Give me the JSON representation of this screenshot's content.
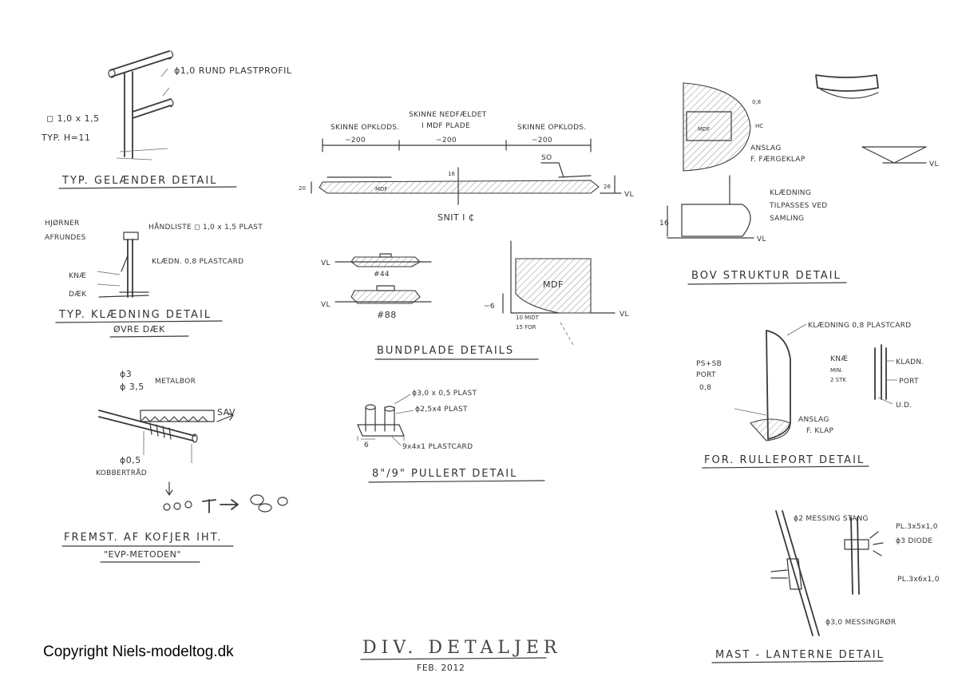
{
  "gelaender": {
    "title": "TYP. GELÆNDER DETAIL",
    "profile": "ϕ1,0 RUND PLASTPROFIL",
    "section": "◻ 1,0 x 1,5",
    "height": "TYP. H=11"
  },
  "klaedning": {
    "title": "TYP. KLÆDNING DETAIL",
    "subtitle": "ØVRE DÆK",
    "corners_1": "HJØRNER",
    "corners_2": "AFRUNDES",
    "handrail": "HÅNDLISTE ◻ 1,0 x 1,5 PLAST",
    "cladding": "KLÆDN. 0,8 PLASTCARD",
    "knee": "KNÆ",
    "deck": "DÆK"
  },
  "kofjer": {
    "title": "FREMST. AF KOFJER IHT.",
    "subtitle": "\"EVP-METODEN\"",
    "d3": "ϕ3",
    "d35": "ϕ 3,5",
    "metalbor": "METALBOR",
    "sav": "SAV",
    "d05": "ϕ0,5",
    "kobber": "KOBBERTRÅD"
  },
  "bundplade_section": {
    "top_label_1": "SKINNE NEDFÆLDET",
    "top_label_2": "I MDF PLADE",
    "left_label": "SKINNE OPKLODS.",
    "right_label": "SKINNE OPKLODS.",
    "dim_left": "~200",
    "dim_mid": "~200",
    "dim_right": "~200",
    "mdf": "MDF",
    "h_left": "20",
    "h_mid": "16",
    "h_right": "26",
    "so": "SO",
    "vl": "VL",
    "snit": "SNIT I ₵"
  },
  "bundplade": {
    "title": "BUNDPLADE DETAILS",
    "vl_a": "VL",
    "vl_b": "VL",
    "vl_c": "VL",
    "n44": "#44",
    "n88": "#88",
    "mdf": "MDF",
    "dim6": "~6",
    "dim10": "10 MIDT",
    "dim15": "15 FOR"
  },
  "pullert": {
    "title": "8\"/9\" PULLERT DETAIL",
    "a": "ϕ3,0 x 0,5 PLAST",
    "b": "ϕ2,5x4 PLAST",
    "c": "9x4x1 PLASTCARD",
    "six": "6"
  },
  "bov": {
    "title": "BOV STRUKTUR DETAIL",
    "t08": "0,8",
    "mdf": "MDF",
    "anslag": "ANSLAG",
    "faergeklap": "F. FÆRGEKLAP",
    "klaedning_1": "KLÆDNING",
    "klaedning_2": "TILPASSES VED",
    "klaedning_3": "SAMLING",
    "h16": "16",
    "vl_a": "VL",
    "vl_b": "VL",
    "side": "HC"
  },
  "rulleport": {
    "title": "FOR. RULLEPORT DETAIL",
    "klaedning": "KLÆDNING 0,8 PLASTCARD",
    "ps_1": "PS+SB",
    "ps_2": "PORT",
    "ps_3": "0,8",
    "knae_1": "KNÆ",
    "knae_2": "MIN.",
    "knae_3": "2 STK",
    "kladn": "KLADN.",
    "port": "PORT",
    "ud": "U.D.",
    "anslag": "ANSLAG",
    "fklap": "F. KLAP"
  },
  "lanterne": {
    "title": "MAST - LANTERNE DETAIL",
    "stang": "ϕ2 MESSING STANG",
    "pl1": "PL.3x5x1,0",
    "diode": "ϕ3 DIODE",
    "pl2": "PL.3x6x1,0",
    "roer": "ϕ3,0 MESSINGRØR"
  },
  "sheet": {
    "title": "DIV. DETALJER",
    "date": "FEB. 2012",
    "copyright": "Copyright Niels-modeltog.dk"
  }
}
